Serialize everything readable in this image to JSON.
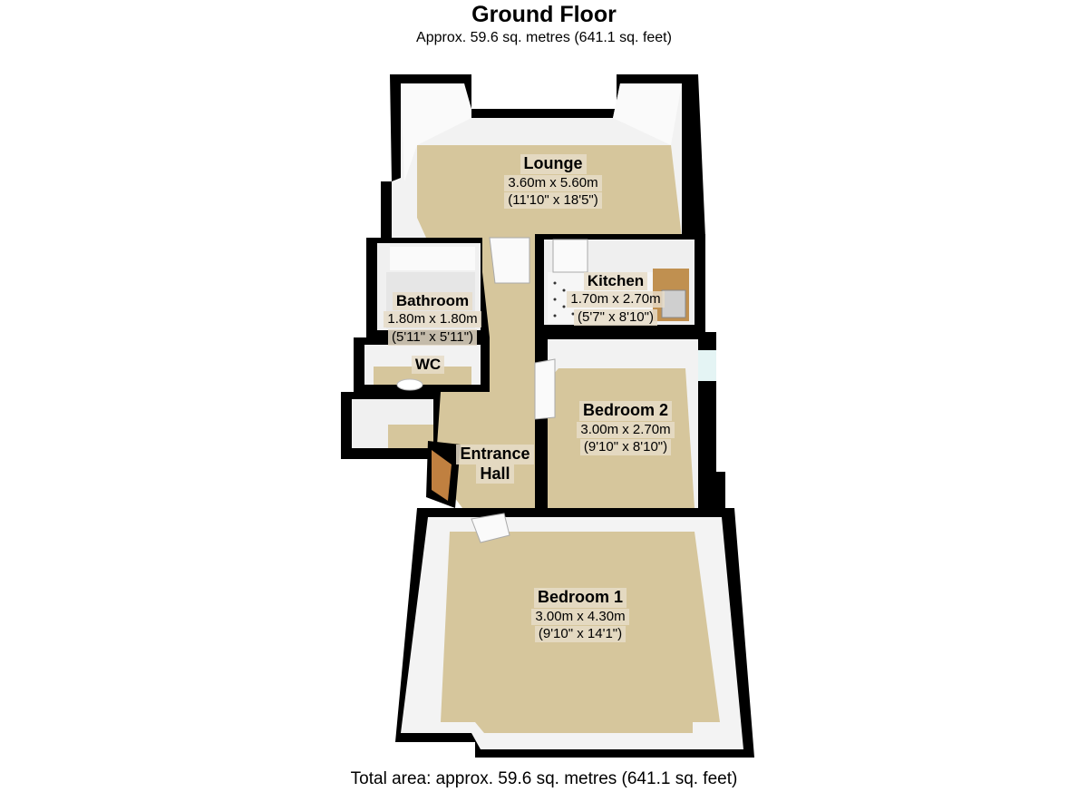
{
  "header": {
    "title": "Ground Floor",
    "subtitle": "Approx.  59.6 sq. metres (641.1 sq. feet)"
  },
  "rooms": {
    "lounge": {
      "name": "Lounge",
      "metric": "3.60m x 5.60m",
      "imperial": "(11'10\" x 18'5\")"
    },
    "kitchen": {
      "name": "Kitchen",
      "metric": "1.70m x 2.70m",
      "imperial": "(5'7\" x 8'10\")"
    },
    "bathroom": {
      "name": "Bathroom",
      "metric": "1.80m x 1.80m",
      "imperial": "(5'11\" x 5'11\")"
    },
    "wc": {
      "name": "WC"
    },
    "bedroom2": {
      "name": "Bedroom 2",
      "metric": "3.00m x 2.70m",
      "imperial": "(9'10\" x 8'10\")"
    },
    "entrance": {
      "name_line1": "Entrance",
      "name_line2": "Hall"
    },
    "bedroom1": {
      "name": "Bedroom 1",
      "metric": "3.00m x 4.30m",
      "imperial": "(9'10\" x 14'1\")"
    }
  },
  "footer": {
    "total": "Total area: approx.  59.6 sq. metres (641.1 sq. feet)"
  },
  "colors": {
    "floor": "#d9c9a0",
    "floor_dark": "#c9b585",
    "wall_top": "#000000",
    "wall_face": "#f4f4f4",
    "tile": "#eeeeee"
  }
}
